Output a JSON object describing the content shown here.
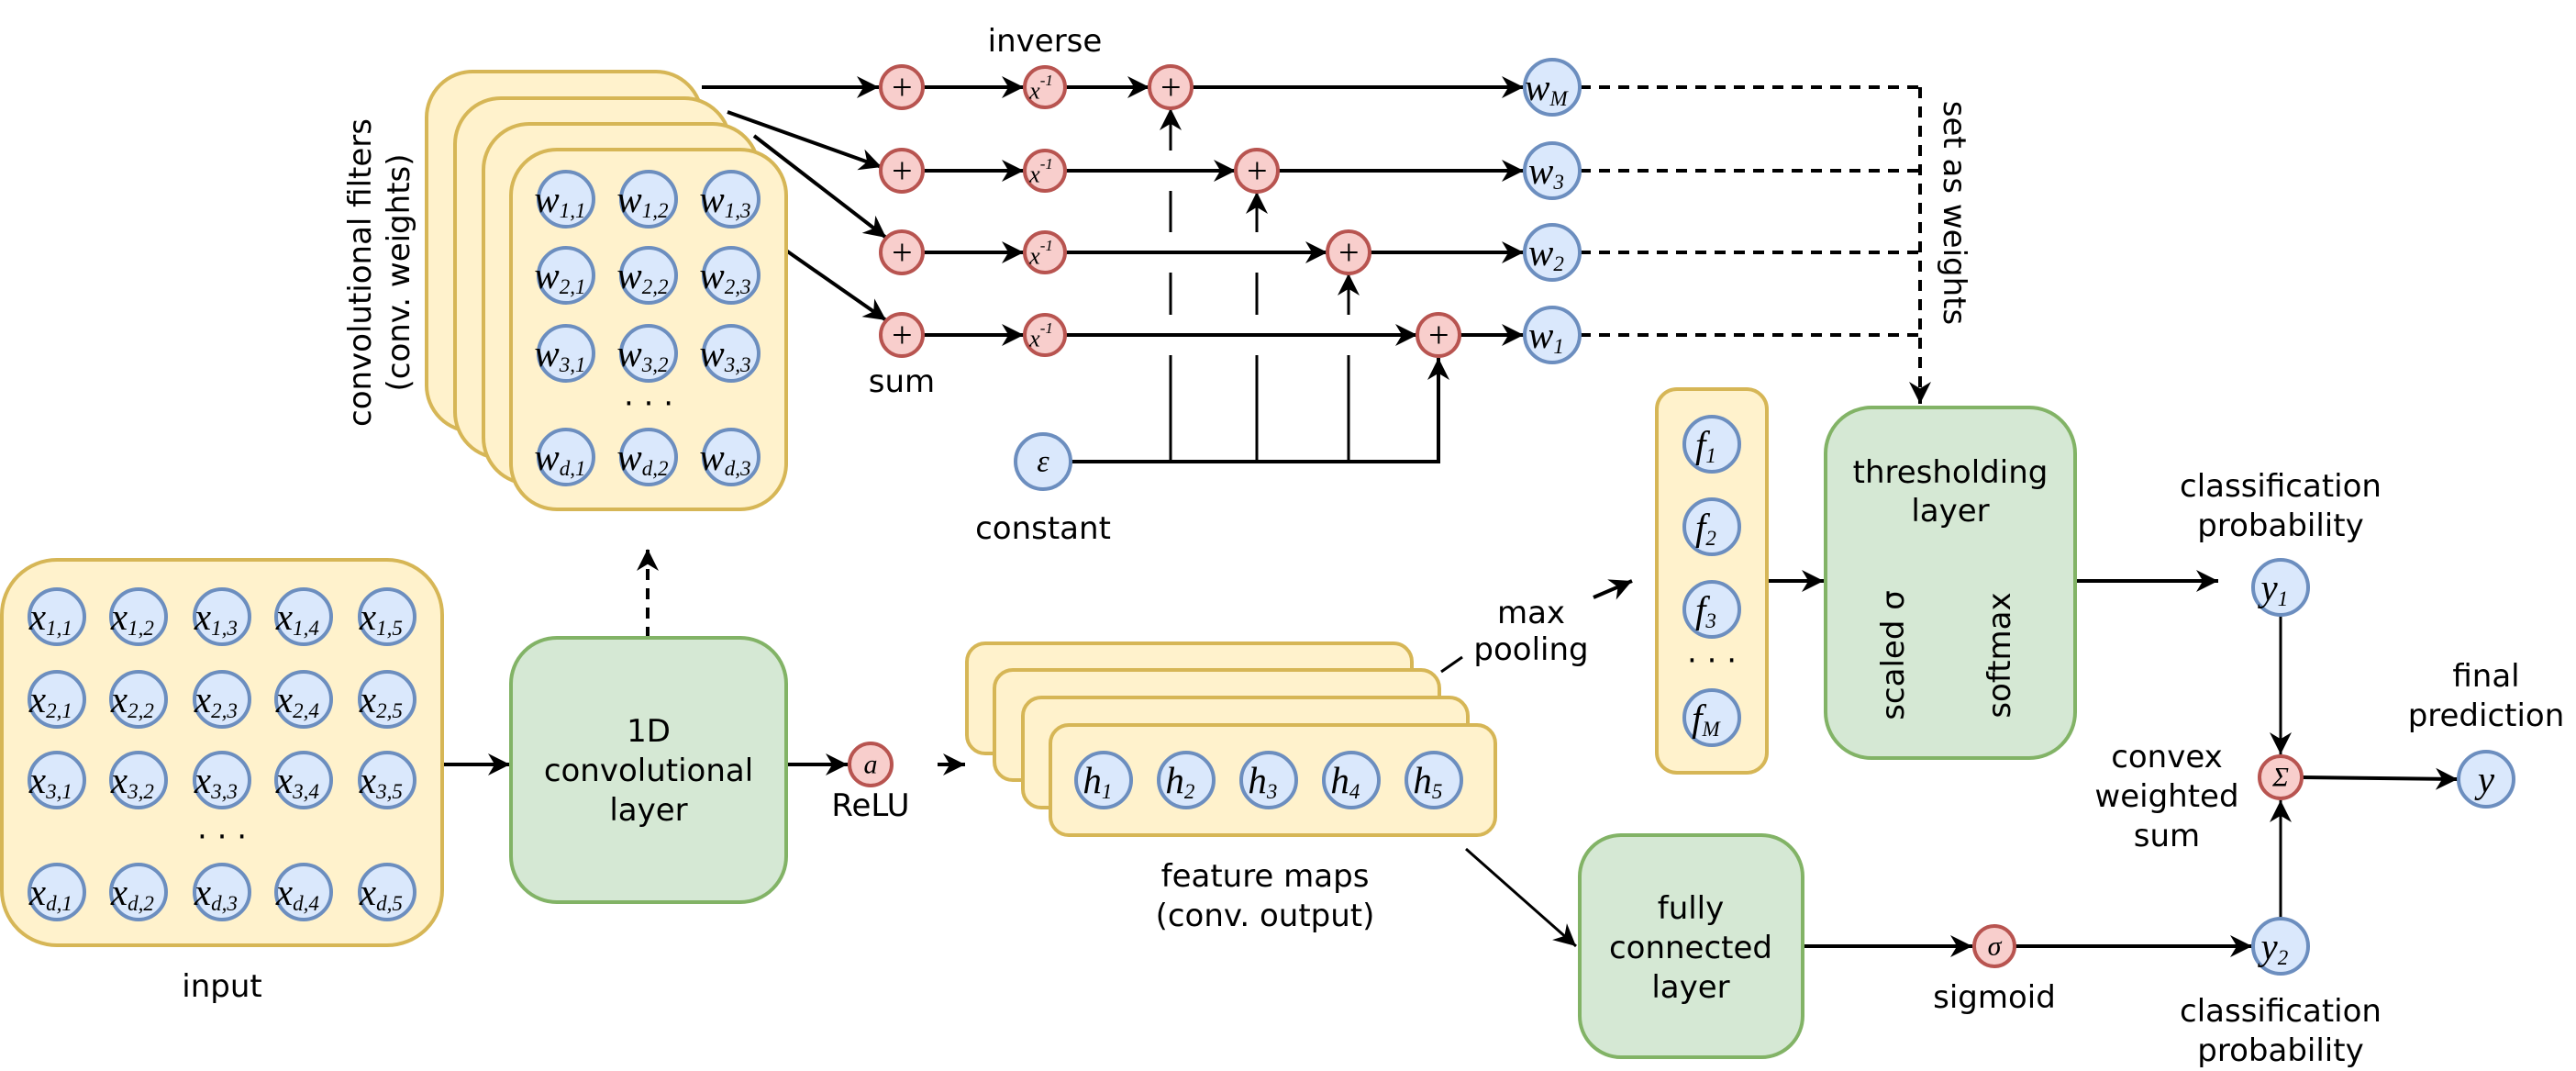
{
  "colors": {
    "input_fill": "#fff2cc",
    "input_stroke": "#d6b656",
    "layer_fill": "#d5e8d4",
    "layer_stroke": "#82b366",
    "node_fill": "#dae8fc",
    "node_stroke": "#6c8ebf",
    "op_fill": "#f8cecc",
    "op_stroke": "#b85450"
  },
  "labels": {
    "input": "input",
    "conv_filters_line1": "convolutional filters",
    "conv_filters_line2": "(conv. weights)",
    "conv_layer": [
      "1D",
      "convolutional",
      "layer"
    ],
    "relu": "ReLU",
    "feature_maps_line1": "feature maps",
    "feature_maps_line2": "(conv. output)",
    "max_pooling": [
      "max",
      "pooling"
    ],
    "inverse": "inverse",
    "sum": "sum",
    "constant": "constant",
    "set_as_weights": "set as weights",
    "thresholding": [
      "thresholding",
      "layer"
    ],
    "scaled_sigma": "scaled σ",
    "softmax": "softmax",
    "classification_top": [
      "classification",
      "probability"
    ],
    "classification_bottom": [
      "classification",
      "probability"
    ],
    "fully_connected": [
      "fully",
      "connected",
      "layer"
    ],
    "sigmoid": "sigmoid",
    "convex": [
      "convex",
      "weighted",
      "sum"
    ],
    "final": [
      "final",
      "prediction"
    ]
  },
  "input_grid": {
    "symbol": "x",
    "rows": [
      "1",
      "2",
      "3",
      "d"
    ],
    "cols": [
      "1",
      "2",
      "3",
      "4",
      "5"
    ],
    "ellipsis": "· · ·"
  },
  "filter_grid": {
    "symbol": "w",
    "rows": [
      "1",
      "2",
      "3",
      "d"
    ],
    "cols": [
      "1",
      "2",
      "3"
    ],
    "ellipsis": "· · ·"
  },
  "feature_nodes": [
    {
      "sym": "h",
      "sub": "1"
    },
    {
      "sym": "h",
      "sub": "2"
    },
    {
      "sym": "h",
      "sub": "3"
    },
    {
      "sym": "h",
      "sub": "4"
    },
    {
      "sym": "h",
      "sub": "5"
    }
  ],
  "pooled_nodes": [
    {
      "sym": "f",
      "sub": "1"
    },
    {
      "sym": "f",
      "sub": "2"
    },
    {
      "sym": "f",
      "sub": "3"
    },
    {
      "sym": "f",
      "sub": "M"
    }
  ],
  "pooled_ellipsis": "· · ·",
  "weight_rows": [
    {
      "sym": "w",
      "sub": "M"
    },
    {
      "sym": "w",
      "sub": "3"
    },
    {
      "sym": "w",
      "sub": "2"
    },
    {
      "sym": "w",
      "sub": "1"
    }
  ],
  "ops": {
    "plus": "+",
    "inverse_base": "x",
    "inverse_exp": "-1",
    "relu_symbol": "a",
    "epsilon": "ε",
    "sigma": "σ",
    "sum_symbol": "Σ"
  },
  "outputs": {
    "y1": {
      "sym": "y",
      "sub": "1"
    },
    "y2": {
      "sym": "y",
      "sub": "2"
    },
    "y": {
      "sym": "y",
      "sub": ""
    }
  }
}
